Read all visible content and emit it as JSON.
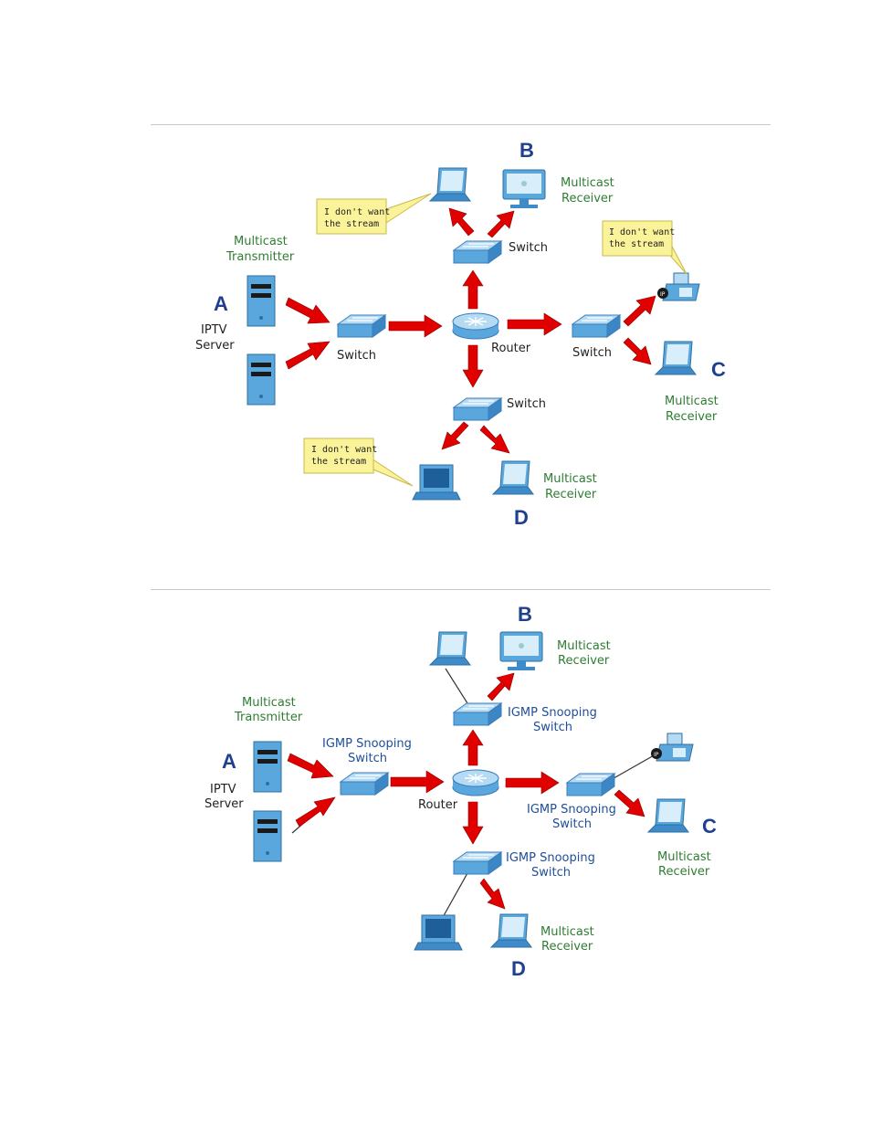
{
  "top": {
    "letters": {
      "a": "A",
      "b": "B",
      "c": "C",
      "d": "D"
    },
    "iptv": [
      "IPTV",
      "Server"
    ],
    "transmitter": [
      "Multicast",
      "Transmitter"
    ],
    "receiver": [
      "Multicast",
      "Receiver"
    ],
    "switch": "Switch",
    "router": "Router",
    "bubble": [
      "I don't want",
      "the stream"
    ]
  },
  "bottom": {
    "letters": {
      "a": "A",
      "b": "B",
      "c": "C",
      "d": "D"
    },
    "iptv": [
      "IPTV",
      "Server"
    ],
    "transmitter": [
      "Multicast",
      "Transmitter"
    ],
    "receiver": [
      "Multicast",
      "Receiver"
    ],
    "snooping": [
      "IGMP Snooping",
      "Switch"
    ],
    "router": "Router"
  },
  "colors": {
    "arrow": "#e00000",
    "device": "#5aa7dd",
    "green": "#2e7d32",
    "blue": "#1f4e9a",
    "bubble": "#fbf39a"
  }
}
